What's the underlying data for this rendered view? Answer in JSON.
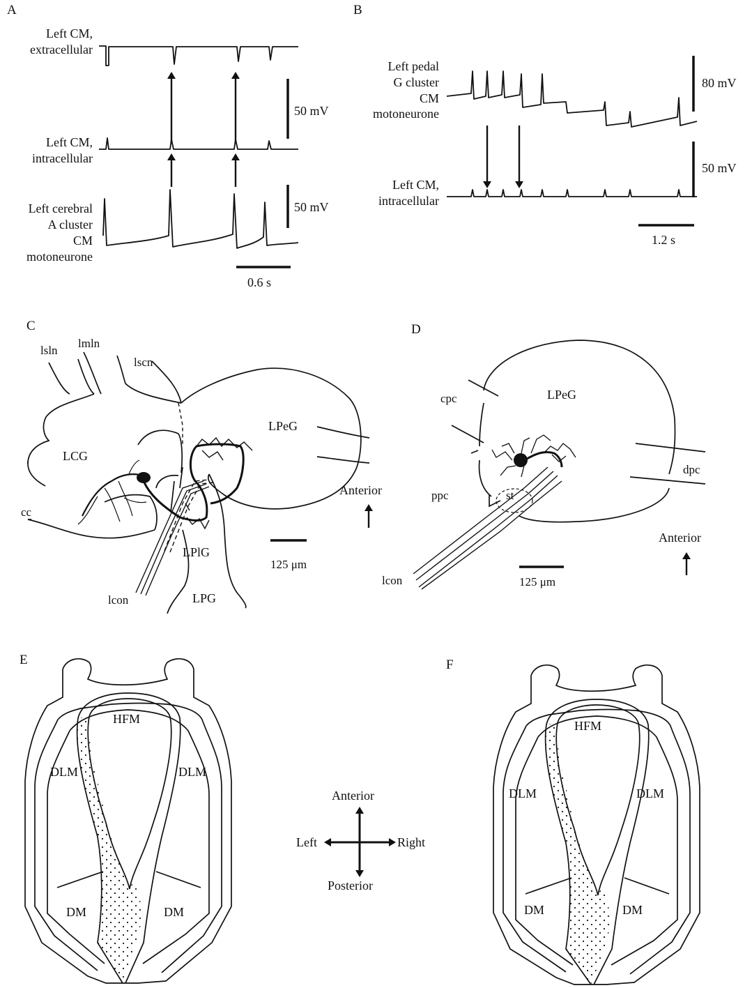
{
  "panels": {
    "A": {
      "letter": "A",
      "trace_extracellular": [
        "Left CM,",
        "extracellular"
      ],
      "trace_intracellular": [
        "Left CM,",
        "intracellular"
      ],
      "trace_motoneurone": [
        "Left cerebral",
        "A cluster",
        "CM",
        "motoneurone"
      ],
      "scale_upper": "50 mV",
      "scale_lower": "50 mV",
      "time_scale": "0.6 s"
    },
    "B": {
      "letter": "B",
      "trace_pedal": [
        "Left pedal",
        "G cluster",
        "CM",
        "motoneurone"
      ],
      "trace_intracellular": [
        "Left CM,",
        "intracellular"
      ],
      "scale_upper": "80 mV",
      "scale_lower": "50 mV",
      "time_scale": "1.2 s"
    },
    "C": {
      "letter": "C",
      "labels": {
        "lsln": "lsln",
        "lmln": "lmln",
        "lscn": "lscn",
        "lpeg": "LPeG",
        "lcg": "LCG",
        "cc": "cc",
        "lplg": "LPlG",
        "lcon": "lcon",
        "lpg": "LPG"
      },
      "orientation": "Anterior",
      "scale": "125 μm"
    },
    "D": {
      "letter": "D",
      "labels": {
        "cpc": "cpc",
        "lpeg": "LPeG",
        "ppc": "ppc",
        "st": "st",
        "dpc": "dpc",
        "lcon": "lcon"
      },
      "orientation": "Anterior",
      "scale": "125 μm"
    },
    "E": {
      "letter": "E",
      "labels": {
        "hfm": "HFM",
        "dlm_left": "DLM",
        "dlm_right": "DLM",
        "dm_left": "DM",
        "dm_right": "DM"
      }
    },
    "F": {
      "letter": "F",
      "labels": {
        "hfm": "HFM",
        "dlm_left": "DLM",
        "dlm_right": "DLM",
        "dm_left": "DM",
        "dm_right": "DM"
      }
    },
    "compass": {
      "anterior": "Anterior",
      "posterior": "Posterior",
      "left": "Left",
      "right": "Right"
    }
  }
}
